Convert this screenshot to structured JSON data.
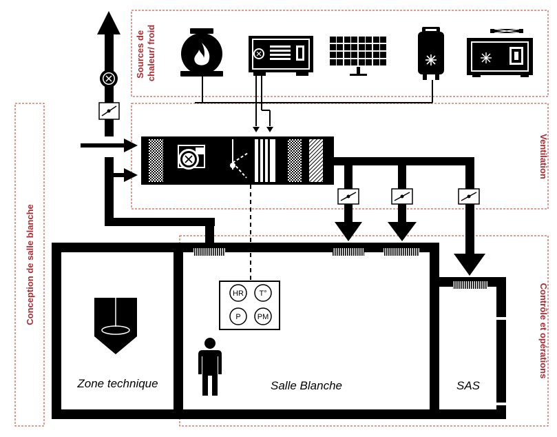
{
  "zones": {
    "sources": "Sources de chaleur/ froid",
    "sources_line1": "Sources de",
    "sources_line2": "chaleur/ froid",
    "ventilation": "Ventilation",
    "conception": "Conception de salle blanche",
    "controle": "Contrôle et opérations"
  },
  "rooms": {
    "technique": "Zone technique",
    "cleanroom": "Salle Blanche",
    "sas": "SAS"
  },
  "sensors": [
    "HR",
    "T°",
    "P",
    "PM"
  ],
  "colors": {
    "zone_border": "#c0392b",
    "zone_text": "#b02a30",
    "ink": "#000000"
  },
  "icons": [
    "boiler-flame-icon",
    "heat-pump-unit-icon",
    "solar-panel-icon",
    "chiller-snowflake-icon",
    "cooling-unit-snowflake-icon",
    "fan-icon",
    "damper-icon",
    "person-icon",
    "shield-filter-icon"
  ]
}
